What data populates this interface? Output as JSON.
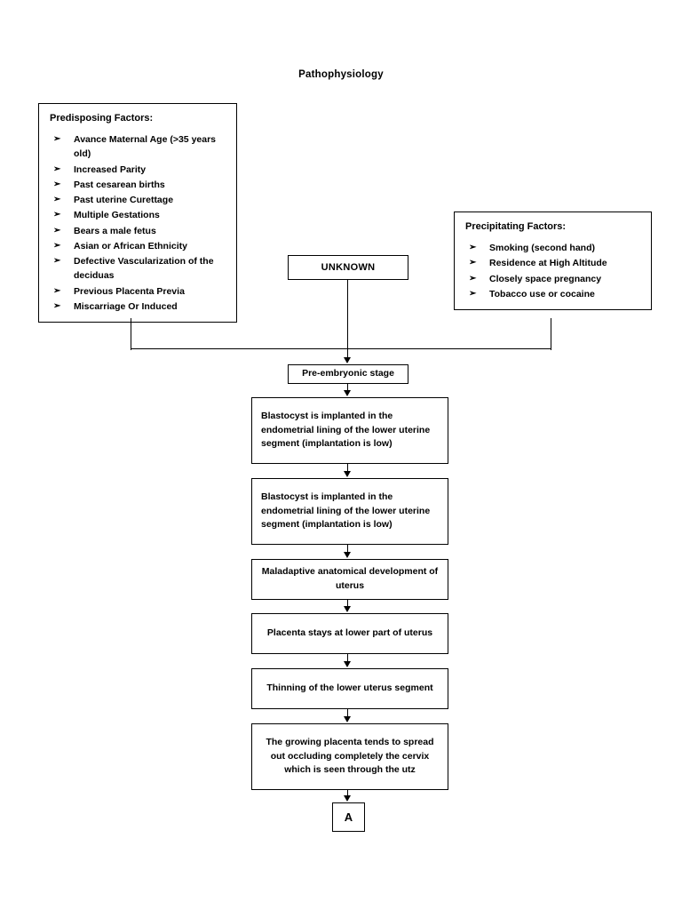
{
  "title": "Pathophysiology",
  "predisposing": {
    "heading": "Predisposing Factors:",
    "bullet_glyph": "➢",
    "items": [
      "Avance Maternal Age (>35 years old)",
      "Increased Parity",
      "Past cesarean births",
      "Past uterine Curettage",
      "Multiple Gestations",
      "Bears a male fetus",
      "Asian or African Ethnicity",
      "Defective Vascularization of the deciduas",
      "Previous Placenta Previa",
      "Miscarriage Or Induced"
    ]
  },
  "precipitating": {
    "heading": "Precipitating Factors:",
    "bullet_glyph": "➢",
    "items": [
      "Smoking (second hand)",
      "Residence at High Altitude",
      "Closely space pregnancy",
      "Tobacco use or cocaine"
    ]
  },
  "flow": {
    "unknown": "UNKNOWN",
    "pre_embryonic": "Pre-embryonic stage",
    "blastocyst_1": "Blastocyst is implanted in the endometrial lining of the lower uterine segment (implantation is low)",
    "blastocyst_2": "Blastocyst is implanted in the endometrial lining of the lower uterine segment (implantation is low)",
    "maladaptive": "Maladaptive anatomical development of uterus",
    "placenta_lower": "Placenta stays at lower part of uterus",
    "thinning": "Thinning of the lower uterus segment",
    "growing_placenta": "The growing placenta tends to spread out occluding completely the cervix which is seen through the utz",
    "connector_a": "A"
  },
  "colors": {
    "background": "#ffffff",
    "line": "#000000",
    "text": "#000000"
  }
}
